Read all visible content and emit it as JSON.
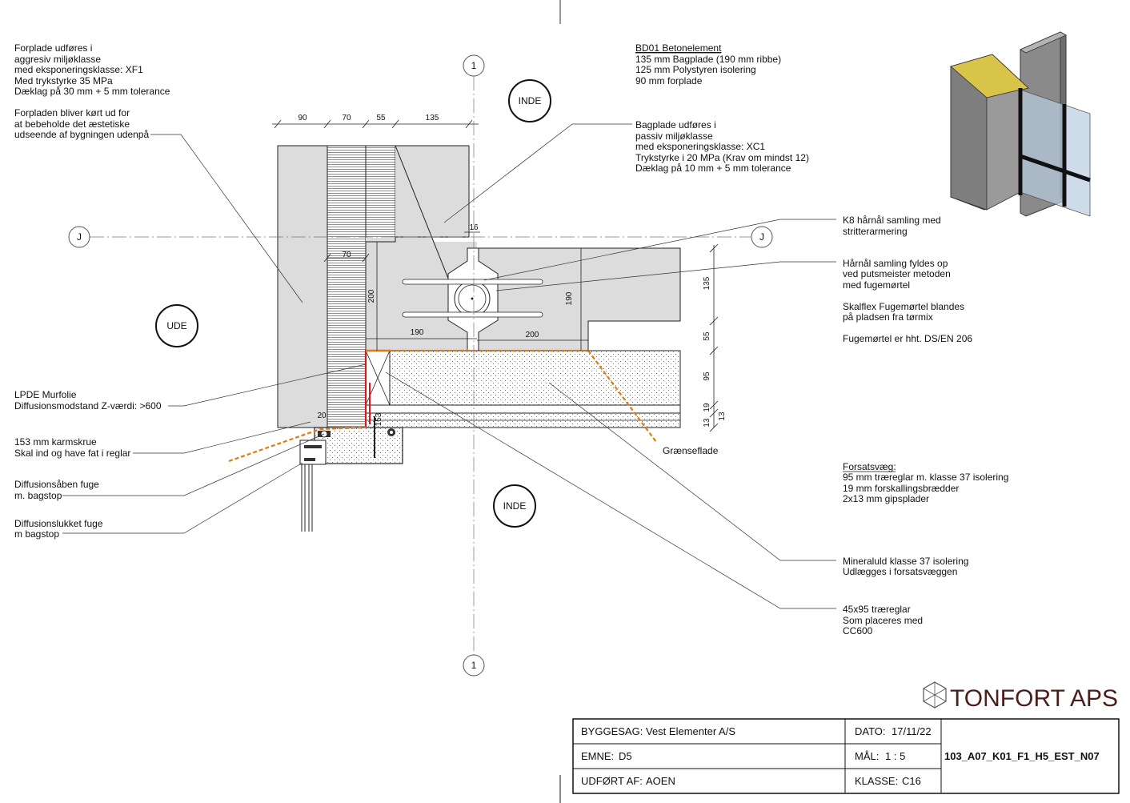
{
  "notes": {
    "forplade": [
      "Forplade udføres i",
      "aggresiv miljøklasse",
      "med eksponeringsklasse: XF1",
      "Med trykstyrke 35 MPa",
      "Dæklag på 30 mm + 5 mm tolerance"
    ],
    "forplade_kort": [
      "Forpladen bliver kørt ud for",
      "at bebeholde det æstetiske",
      "udseende af bygningen udenpå"
    ],
    "bd01_title": "BD01 Betonelement",
    "bd01": [
      "135 mm Bagplade (190 mm ribbe)",
      "125 mm Polystyren isolering",
      "90 mm forplade"
    ],
    "bagplade": [
      "Bagplade udføres i",
      "passiv miljøklasse",
      "med eksponeringsklasse: XC1",
      "Trykstyrke i 20 MPa (Krav om mindst 12)",
      "Dæklag på 10 mm + 5 mm tolerance"
    ],
    "k8": [
      "K8 hårnål samling med",
      "stritterarmering"
    ],
    "haarnaal": [
      "Hårnål samling fyldes op",
      "ved putsmeister metoden",
      "med fugemørtel"
    ],
    "skalflex": [
      "Skalflex Fugemørtel blandes",
      "på pladsen fra tørmix"
    ],
    "fugemortel": "Fugemørtel er hht. DS/EN 206",
    "graenseflade": "Grænseflade",
    "forsatsvaeg_title": "Forsatsvæg:",
    "forsatsvaeg": [
      "95 mm træreglar m. klasse 37 isolering",
      "19 mm forskallingsbrædder",
      "2x13 mm gipsplader"
    ],
    "mineraluld": [
      "Mineraluld klasse 37 isolering",
      "Udlægges i forsatsvæggen"
    ],
    "traereglar": [
      "45x95 træreglar",
      "Som placeres med",
      "CC600"
    ],
    "lpde": [
      "LPDE Murfolie",
      "Diffusionsmodstand  Z-værdi: >600"
    ],
    "karmskrue": [
      "153 mm karmskrue",
      "Skal ind og have fat i reglar"
    ],
    "diffaaben": [
      "Diffusionsåben fuge",
      "m. bagstop"
    ],
    "difflukket": [
      "Diffusionslukket fuge",
      "m bagstop"
    ]
  },
  "markers": {
    "inde_top": "INDE",
    "inde_bottom": "INDE",
    "ude": "UDE",
    "grid_1_top": "1",
    "grid_1_bottom": "1",
    "grid_j_left": "J",
    "grid_j_right": "J"
  },
  "dims": {
    "top_90": "90",
    "top_70": "70",
    "top_55": "55",
    "top_135": "135",
    "d16": "16",
    "d70": "70",
    "d200_v": "200",
    "d190_v": "190",
    "d190_h": "190",
    "d200_h": "200",
    "r135": "135",
    "r55": "55",
    "r95": "95",
    "r19": "19",
    "r13a": "13",
    "r13b": "13",
    "d20": "20",
    "d153": "153"
  },
  "logo": {
    "name": "TONFORT APS"
  },
  "title_block": {
    "byggesag_label": "BYGGESAG:",
    "byggesag_value": "Vest Elementer A/S",
    "dato_label": "DATO:",
    "dato_value": "17/11/22",
    "emne_label": "EMNE:",
    "emne_value": "D5",
    "maal_label": "MÅL:",
    "maal_value": "1 : 5",
    "udfort_label": "UDFØRT AF:",
    "udfort_value": "AOEN",
    "klasse_label": "KLASSE:",
    "klasse_value": "C16",
    "drawing_no": "103_A07_K01_F1_H5_EST_N07"
  },
  "colors": {
    "concrete": "#dcdcdc",
    "insulation_line": "#e07b0f",
    "membrane": "#d61a1a",
    "logo": "#4a1e1a"
  }
}
